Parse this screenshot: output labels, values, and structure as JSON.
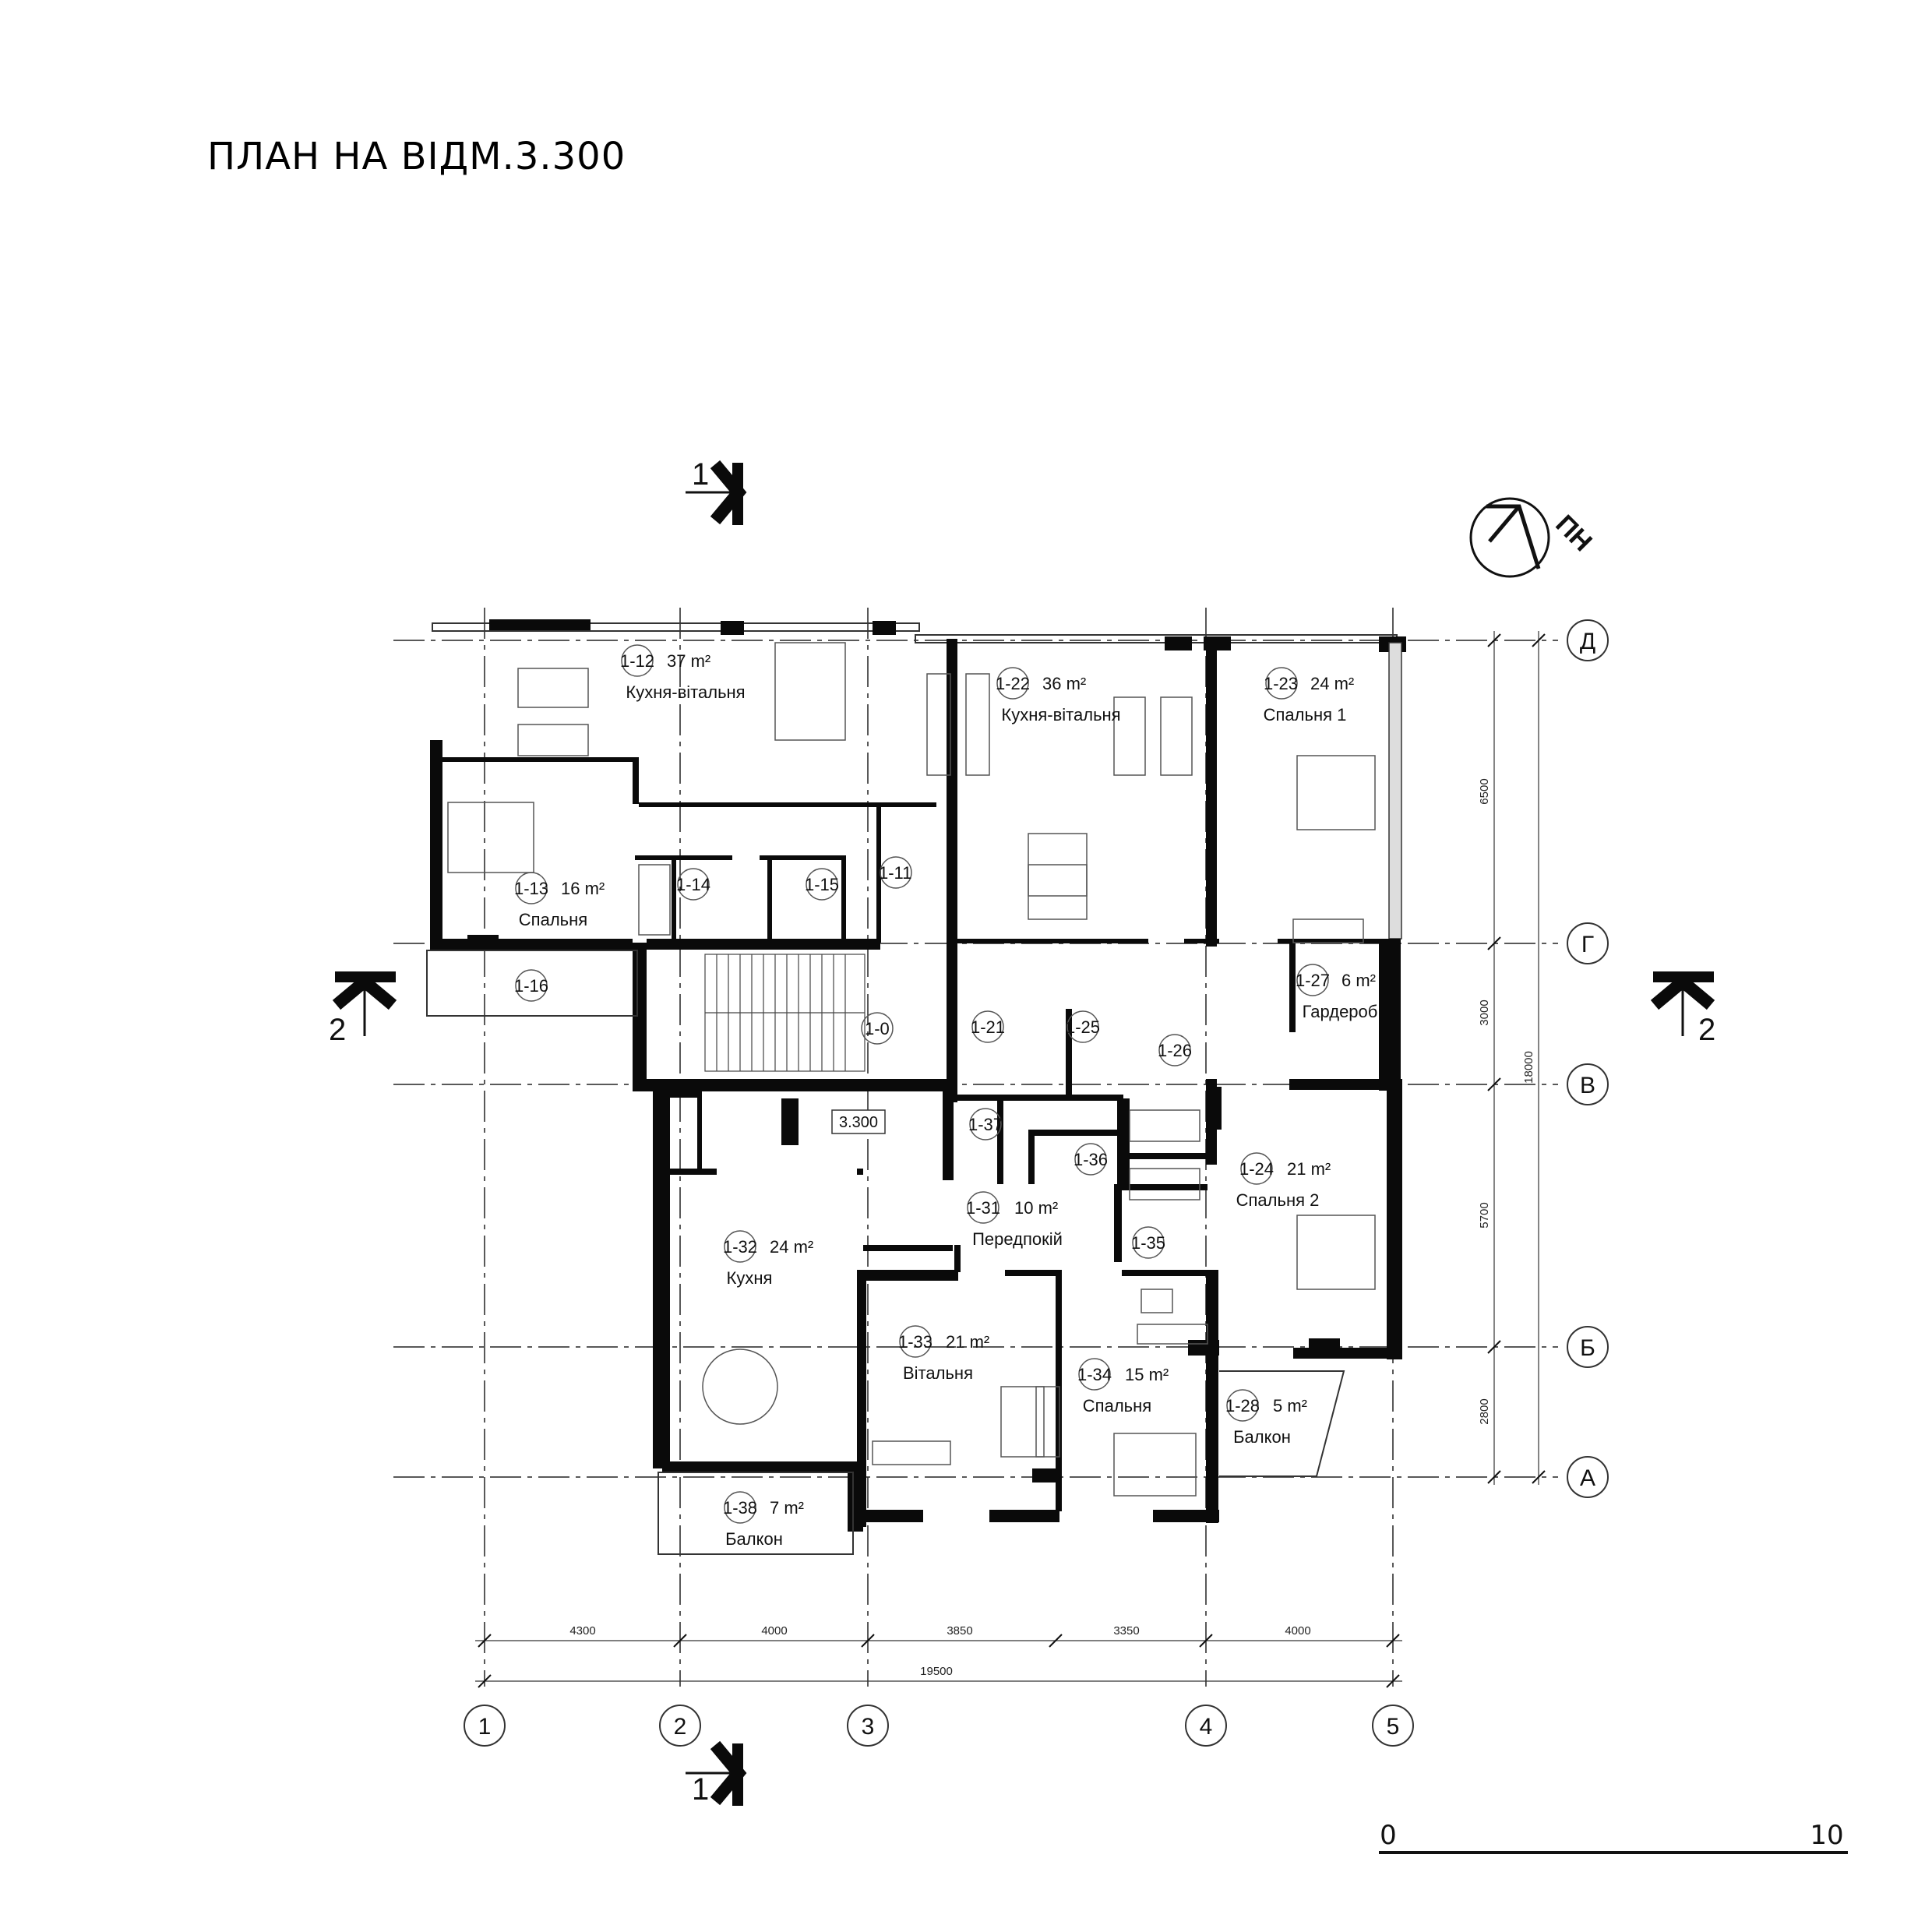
{
  "title": "ПЛАН НА ВІДМ.3.300",
  "level_mark": "3.300",
  "north_label": "ПН",
  "scale_bar": {
    "start": "0",
    "end": "10"
  },
  "axes_numeric": [
    "1",
    "2",
    "3",
    "4",
    "5"
  ],
  "axes_letter": [
    "Д",
    "Г",
    "В",
    "Б",
    "А"
  ],
  "dimensions_horizontal": [
    "4300",
    "4000",
    "3850",
    "3350",
    "4000"
  ],
  "dimension_total_horizontal": "19500",
  "dimensions_vertical": [
    "6500",
    "3000",
    "5700",
    "2800"
  ],
  "dimension_total_vertical": "18000",
  "section_marks": {
    "s1": "1",
    "s2": "2"
  },
  "rooms": [
    {
      "id": "1-12",
      "area": "37 m²",
      "name": "Кухня-вітальня"
    },
    {
      "id": "1-22",
      "area": "36 m²",
      "name": "Кухня-вітальня"
    },
    {
      "id": "1-23",
      "area": "24 m²",
      "name": "Спальня 1"
    },
    {
      "id": "1-13",
      "area": "16 m²",
      "name": "Спальня"
    },
    {
      "id": "1-14",
      "area": "",
      "name": ""
    },
    {
      "id": "1-15",
      "area": "",
      "name": ""
    },
    {
      "id": "1-11",
      "area": "",
      "name": ""
    },
    {
      "id": "1-16",
      "area": "",
      "name": ""
    },
    {
      "id": "1-0",
      "area": "",
      "name": ""
    },
    {
      "id": "1-21",
      "area": "",
      "name": ""
    },
    {
      "id": "1-25",
      "area": "",
      "name": ""
    },
    {
      "id": "1-26",
      "area": "",
      "name": ""
    },
    {
      "id": "1-27",
      "area": "6 m²",
      "name": "Гардероб"
    },
    {
      "id": "1-37",
      "area": "",
      "name": ""
    },
    {
      "id": "1-36",
      "area": "",
      "name": ""
    },
    {
      "id": "1-24",
      "area": "21 m²",
      "name": "Спальня 2"
    },
    {
      "id": "1-31",
      "area": "10 m²",
      "name": "Передпокій"
    },
    {
      "id": "1-35",
      "area": "",
      "name": ""
    },
    {
      "id": "1-32",
      "area": "24 m²",
      "name": "Кухня"
    },
    {
      "id": "1-33",
      "area": "21 m²",
      "name": "Вітальня"
    },
    {
      "id": "1-34",
      "area": "15 m²",
      "name": "Спальня"
    },
    {
      "id": "1-28",
      "area": "5 m²",
      "name": "Балкон"
    },
    {
      "id": "1-38",
      "area": "7 m²",
      "name": "Балкон"
    }
  ]
}
